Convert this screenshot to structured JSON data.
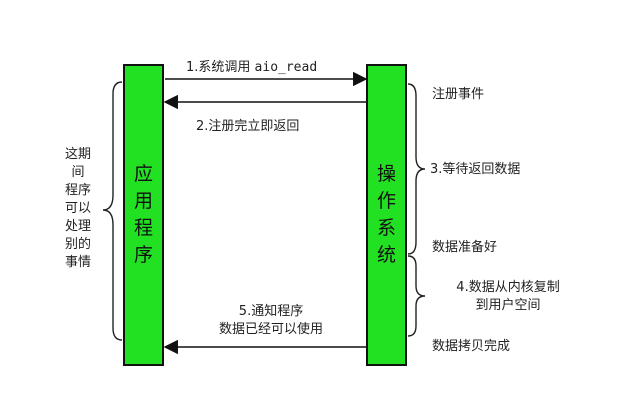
{
  "left_box": {
    "label": "应用程序"
  },
  "right_box": {
    "label": "操作系统"
  },
  "arrows": {
    "step1": {
      "text": "1.系统调用 ",
      "code": "aio_read"
    },
    "step2": {
      "text": "2.注册完立即返回"
    },
    "step5": {
      "line1": "5.通知程序",
      "line2": "数据已经可以使用"
    }
  },
  "left_note": {
    "lines": [
      "这期",
      "间",
      "程序",
      "可以",
      "处理",
      "别的",
      "事情"
    ]
  },
  "right_notes": {
    "register_event": "注册事件",
    "step3": "3.等待返回数据",
    "data_ready": "数据准备好",
    "step4": {
      "line1": "4.数据从内核复制",
      "line2": "到用户空间"
    },
    "copy_done": "数据拷贝完成"
  },
  "colors": {
    "box_fill": "#22e022",
    "line": "#111111"
  }
}
